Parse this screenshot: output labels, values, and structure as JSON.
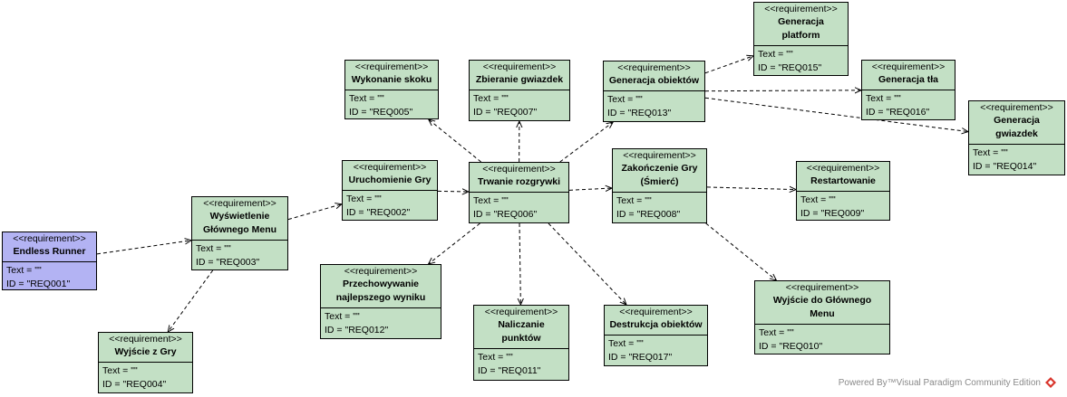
{
  "stereotype": "<<requirement>>",
  "text_label": "Text = \"\"",
  "id_prefix": "ID = ",
  "requirements": [
    {
      "key": "REQ001",
      "name": "Endless Runner",
      "text": "Text = \"\"",
      "id": "ID = \"REQ001\""
    },
    {
      "key": "REQ002",
      "name": "Uruchomienie Gry",
      "text": "Text = \"\"",
      "id": "ID = \"REQ002\""
    },
    {
      "key": "REQ003",
      "name": "Wyświetlenie Głównego Menu",
      "text": "Text = \"\"",
      "id": "ID = \"REQ003\""
    },
    {
      "key": "REQ004",
      "name": "Wyjście z Gry",
      "text": "Text = \"\"",
      "id": "ID = \"REQ004\""
    },
    {
      "key": "REQ005",
      "name": "Wykonanie skoku",
      "text": "Text = \"\"",
      "id": "ID = \"REQ005\""
    },
    {
      "key": "REQ006",
      "name": "Trwanie rozgrywki",
      "text": "Text = \"\"",
      "id": "ID = \"REQ006\""
    },
    {
      "key": "REQ007",
      "name": "Zbieranie gwiazdek",
      "text": "Text = \"\"",
      "id": "ID = \"REQ007\""
    },
    {
      "key": "REQ008",
      "name": "Zakończenie Gry (Śmierć)",
      "text": "Text = \"\"",
      "id": "ID = \"REQ008\""
    },
    {
      "key": "REQ009",
      "name": "Restartowanie",
      "text": "Text = \"\"",
      "id": "ID = \"REQ009\""
    },
    {
      "key": "REQ010",
      "name": "Wyjście do Głównego Menu",
      "text": "Text = \"\"",
      "id": "ID = \"REQ010\""
    },
    {
      "key": "REQ011",
      "name": "Naliczanie punktów",
      "text": "Text = \"\"",
      "id": "ID = \"REQ011\""
    },
    {
      "key": "REQ012",
      "name": "Przechowywanie najlepszego wyniku",
      "text": "Text = \"\"",
      "id": "ID = \"REQ012\""
    },
    {
      "key": "REQ013",
      "name": "Generacja obiektów",
      "text": "Text = \"\"",
      "id": "ID = \"REQ013\""
    },
    {
      "key": "REQ014",
      "name": "Generacja gwiazdek",
      "text": "Text = \"\"",
      "id": "ID = \"REQ014\""
    },
    {
      "key": "REQ015",
      "name": "Generacja platform",
      "text": "Text = \"\"",
      "id": "ID = \"REQ015\""
    },
    {
      "key": "REQ016",
      "name": "Generacja tła",
      "text": "Text = \"\"",
      "id": "ID = \"REQ016\""
    },
    {
      "key": "REQ017",
      "name": "Destrukcja obiektów",
      "text": "Text = \"\"",
      "id": "ID = \"REQ017\""
    }
  ],
  "dependencies": [
    [
      "REQ001",
      "REQ003"
    ],
    [
      "REQ003",
      "REQ002"
    ],
    [
      "REQ003",
      "REQ004"
    ],
    [
      "REQ002",
      "REQ006"
    ],
    [
      "REQ006",
      "REQ005"
    ],
    [
      "REQ006",
      "REQ007"
    ],
    [
      "REQ006",
      "REQ013"
    ],
    [
      "REQ006",
      "REQ008"
    ],
    [
      "REQ006",
      "REQ012"
    ],
    [
      "REQ006",
      "REQ011"
    ],
    [
      "REQ006",
      "REQ017"
    ],
    [
      "REQ013",
      "REQ015"
    ],
    [
      "REQ013",
      "REQ016"
    ],
    [
      "REQ013",
      "REQ014"
    ],
    [
      "REQ008",
      "REQ009"
    ],
    [
      "REQ008",
      "REQ010"
    ]
  ],
  "colors": {
    "root_fill": "#b3b3f3",
    "req_fill": "#c3e0c5",
    "border": "#000000",
    "footer_text": "#8a8a8a",
    "logo": "#d9342b"
  },
  "footer": {
    "text": "Powered By™Visual Paradigm Community Edition",
    "logo_icon": "visual-paradigm-logo-icon"
  }
}
